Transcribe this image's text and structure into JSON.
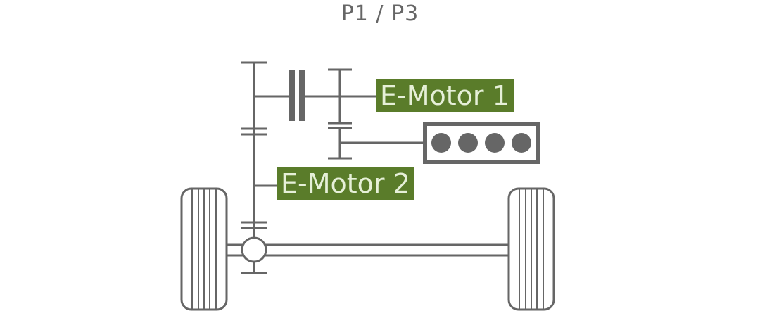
{
  "title": "P1 / P3",
  "labels": {
    "emotor1": "E-Motor 1",
    "emotor2": "E-Motor 2"
  },
  "components": {
    "engine_cylinders": 4,
    "wheels": 2
  },
  "colors": {
    "line": "#666666",
    "label_bg": "#5a7c2a",
    "label_text": "#e6f0d8"
  }
}
